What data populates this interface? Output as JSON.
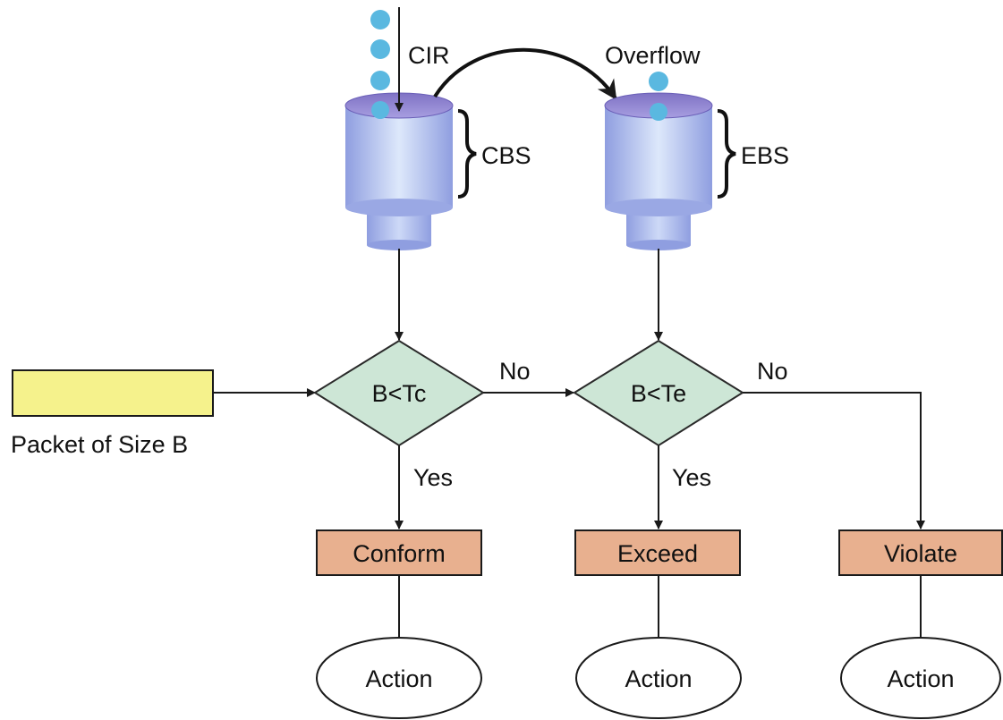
{
  "labels": {
    "cir": "CIR",
    "overflow": "Overflow",
    "cbs": "CBS",
    "ebs": "EBS",
    "packet": "Packet of Size B",
    "no_1": "No",
    "no_2": "No",
    "yes_1": "Yes",
    "yes_2": "Yes"
  },
  "decisions": {
    "committed": "B<Tc",
    "excess": "B<Te"
  },
  "outcomes": {
    "conform": "Conform",
    "exceed": "Exceed",
    "violate": "Violate"
  },
  "actions": {
    "conform": "Action",
    "exceed": "Action",
    "violate": "Action"
  },
  "colors": {
    "token": "#5ab8e0",
    "bucket_body": "#b8c8f0",
    "bucket_top": "#8f86cf",
    "decision_fill": "#cde6d6",
    "outcome_fill": "#e8b08f",
    "packet_fill": "#f5f28c",
    "line": "#1a1a1a"
  },
  "icons": {
    "token": "token-circle",
    "bucket": "token-bucket"
  }
}
